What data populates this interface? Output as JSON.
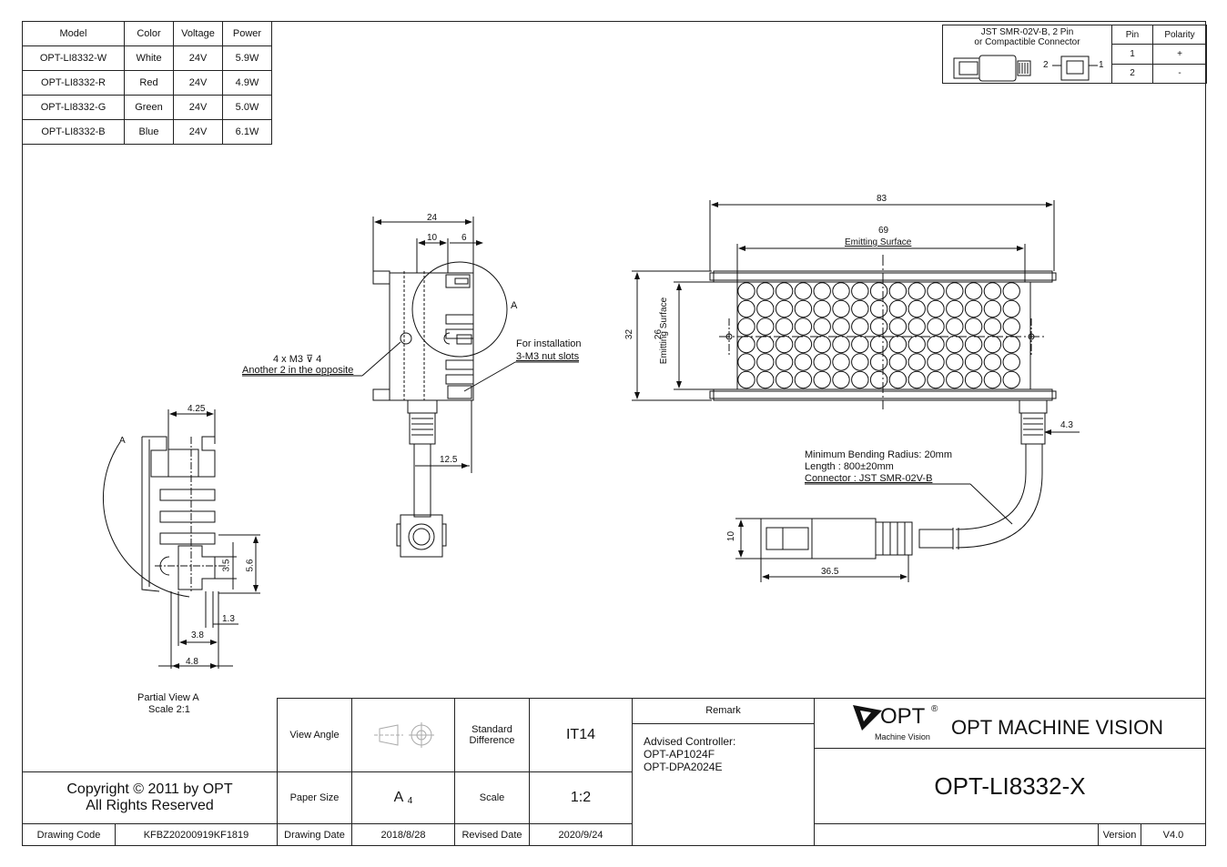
{
  "spec_table": {
    "headers": [
      "Model",
      "Color",
      "Voltage",
      "Power"
    ],
    "rows": [
      [
        "OPT-LI8332-W",
        "White",
        "24V",
        "5.9W"
      ],
      [
        "OPT-LI8332-R",
        "Red",
        "24V",
        "4.9W"
      ],
      [
        "OPT-LI8332-G",
        "Green",
        "24V",
        "5.0W"
      ],
      [
        "OPT-LI8332-B",
        "Blue",
        "24V",
        "6.1W"
      ]
    ]
  },
  "pin_table": {
    "connector_line1": "JST SMR-02V-B, 2 Pin",
    "connector_line2": "or Compactible Connector",
    "headers": [
      "Pin",
      "Polarity"
    ],
    "rows": [
      [
        "1",
        "+"
      ],
      [
        "2",
        "-"
      ]
    ],
    "pin_label_1": "1",
    "pin_label_2": "2"
  },
  "drawing": {
    "dim_83": "83",
    "dim_69": "69",
    "emitting_surface": "Emitting Surface",
    "dim_32": "32",
    "dim_26": "26",
    "emitting_surface_v": "Emitting Surface",
    "dim_4_3": "4.3",
    "dim_24": "24",
    "dim_10": "10",
    "dim_6": "6",
    "dim_12_5": "12.5",
    "detail_a": "A",
    "m3_note": "4 x M3 ⊽ 4",
    "m3_note2": "Another 2 in the opposite",
    "install_note": "For installation",
    "install_note2": "3-M3 nut slots",
    "cable_note1": "Minimum Bending Radius: 20mm",
    "cable_note2": "Length : 800±20mm",
    "cable_note3": "Connector : JST SMR-02V-B",
    "dim_10_conn": "10",
    "dim_36_5": "36.5",
    "dim_4_25": "4.25",
    "dim_3_5": "3.5",
    "dim_5_6": "5.6",
    "dim_1_3": "1.3",
    "dim_3_8": "3.8",
    "dim_4_8": "4.8",
    "partial_view": "Partial View A",
    "partial_scale": "Scale 2:1",
    "detail_a_small": "A"
  },
  "title_block": {
    "copyright1": "Copyright © 2011 by OPT",
    "copyright2": "All Rights Reserved",
    "drawing_code_label": "Drawing Code",
    "drawing_code": "KFBZ20200919KF1819",
    "view_angle_label": "View Angle",
    "std_diff_label": "Standard Difference",
    "std_diff": "IT14",
    "paper_size_label": "Paper Size",
    "paper_size": "A",
    "paper_size_sub": "4",
    "scale_label": "Scale",
    "scale": "1:2",
    "drawing_date_label": "Drawing Date",
    "drawing_date": "2018/8/28",
    "revised_date_label": "Revised Date",
    "revised_date": "2020/9/24",
    "remark_label": "Remark",
    "remark1": "Advised Controller:",
    "remark2": "OPT-AP1024F",
    "remark3": "OPT-DPA2024E",
    "logo_text": "OPT",
    "logo_reg": "®",
    "logo_sub": "Machine Vision",
    "company": "OPT MACHINE VISION",
    "model": "OPT-LI8332-X",
    "version_label": "Version",
    "version": "V4.0"
  }
}
